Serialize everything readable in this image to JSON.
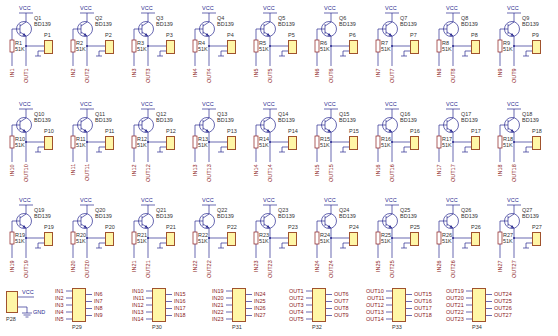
{
  "diagram": {
    "nodes": [
      {
        "text": [
          "P1"
        ]
      },
      {
        "text": [
          "P2"
        ]
      },
      {
        "text": [
          "P3"
        ]
      },
      {
        "text": [
          "P4"
        ]
      },
      {
        "text": [
          "P5"
        ]
      },
      {
        "text": [
          "P6"
        ]
      },
      {
        "text": [
          "P7"
        ]
      },
      {
        "text": [
          "P8"
        ]
      },
      {
        "text": [
          "P9"
        ]
      },
      {
        "text": [
          "P10"
        ]
      },
      {
        "text": [
          "P11"
        ]
      },
      {
        "text": [
          "P12"
        ]
      },
      {
        "text": [
          "P13"
        ]
      },
      {
        "text": [
          "P14"
        ]
      },
      {
        "text": [
          "P15"
        ]
      },
      {
        "text": [
          "P16"
        ]
      },
      {
        "text": [
          "P17"
        ]
      },
      {
        "text": [
          "P18"
        ]
      },
      {
        "text": [
          "P19"
        ]
      },
      {
        "text": [
          "P20"
        ]
      },
      {
        "text": [
          "P21"
        ]
      },
      {
        "text": [
          "P22"
        ]
      },
      {
        "text": [
          "P23"
        ]
      },
      {
        "text": [
          "P24"
        ]
      },
      {
        "text": [
          "P25"
        ]
      },
      {
        "text": [
          "P26"
        ]
      },
      {
        "text": [
          "P27"
        ]
      },
      {
        "text": [
          "P28"
        ]
      },
      {
        "text": [
          "P29"
        ]
      },
      {
        "text": [
          "P30"
        ]
      },
      {
        "text": [
          "P31"
        ]
      },
      {
        "text": [
          "P32"
        ]
      },
      {
        "text": [
          "P33"
        ]
      },
      {
        "text": [
          "P34"
        ]
      }
    ],
    "labels": [
      "VCC",
      "Q1",
      "BD139",
      "R1",
      "51K",
      "IN1",
      "OUT1",
      "VCC",
      "Q2",
      "BD139",
      "R2",
      "51K",
      "IN2",
      "OUT2",
      "VCC",
      "Q3",
      "BD139",
      "R3",
      "51K",
      "IN3",
      "OUT3",
      "VCC",
      "Q4",
      "BD139",
      "R4",
      "51K",
      "IN4",
      "OUT4",
      "VCC",
      "Q5",
      "BD139",
      "R5",
      "51K",
      "IN5",
      "OUT5",
      "VCC",
      "Q6",
      "BD139",
      "R6",
      "51K",
      "IN6",
      "OUT6",
      "VCC",
      "Q7",
      "BD139",
      "R7",
      "51K",
      "IN7",
      "OUT7",
      "VCC",
      "Q8",
      "BD139",
      "R8",
      "51K",
      "IN8",
      "OUT8",
      "VCC",
      "Q9",
      "BD139",
      "R9",
      "51K",
      "IN9",
      "OUT9",
      "VCC",
      "Q10",
      "BD139",
      "R10",
      "51K",
      "IN10",
      "OUT10",
      "VCC",
      "Q11",
      "BD139",
      "R11",
      "51K",
      "IN11",
      "OUT11",
      "VCC",
      "Q12",
      "BD139",
      "R12",
      "51K",
      "IN12",
      "OUT12",
      "VCC",
      "Q13",
      "BD139",
      "R13",
      "51K",
      "IN13",
      "OUT13",
      "VCC",
      "Q14",
      "BD139",
      "R14",
      "51K",
      "IN14",
      "OUT14",
      "VCC",
      "Q15",
      "BD139",
      "R15",
      "51K",
      "IN15",
      "OUT15",
      "VCC",
      "Q16",
      "BD139",
      "R16",
      "51K",
      "IN16",
      "OUT16",
      "VCC",
      "Q17",
      "BD139",
      "R17",
      "51K",
      "IN17",
      "OUT17",
      "VCC",
      "Q18",
      "BD139",
      "R18",
      "51K",
      "IN18",
      "OUT18",
      "VCC",
      "Q19",
      "BD139",
      "R19",
      "51K",
      "IN19",
      "OUT19",
      "VCC",
      "Q20",
      "BD139",
      "R20",
      "51K",
      "IN20",
      "OUT20",
      "VCC",
      "Q21",
      "BD139",
      "R21",
      "51K",
      "IN21",
      "OUT21",
      "VCC",
      "Q22",
      "BD139",
      "R22",
      "51K",
      "IN22",
      "OUT22",
      "VCC",
      "Q23",
      "BD139",
      "R23",
      "51K",
      "IN23",
      "OUT23",
      "VCC",
      "Q24",
      "BD139",
      "R24",
      "51K",
      "IN24",
      "OUT24",
      "VCC",
      "Q25",
      "BD139",
      "R25",
      "51K",
      "IN25",
      "OUT25",
      "VCC",
      "Q26",
      "BD139",
      "R26",
      "51K",
      "IN26",
      "OUT26",
      "VCC",
      "Q27",
      "BD139",
      "R27",
      "51K",
      "IN27",
      "OUT27",
      "VCC",
      "GND",
      "IN1",
      "IN2",
      "IN3",
      "IN4",
      "IN5",
      "IN6",
      "IN7",
      "IN8",
      "IN9",
      "IN10",
      "IN11",
      "IN12",
      "IN13",
      "IN14",
      "IN15",
      "IN16",
      "IN17",
      "IN18",
      "IN19",
      "IN20",
      "IN21",
      "IN22",
      "IN23",
      "IN24",
      "IN25",
      "IN26",
      "IN27",
      "OUT1",
      "OUT2",
      "OUT3",
      "OUT4",
      "OUT5",
      "OUT6",
      "OUT7",
      "OUT8",
      "OUT9",
      "OUT10",
      "OUT11",
      "OUT12",
      "OUT13",
      "OUT14",
      "OUT15",
      "OUT16",
      "OUT17",
      "OUT18",
      "OUT19",
      "OUT20",
      "OUT21",
      "OUT22",
      "OUT23",
      "OUT24",
      "OUT25",
      "OUT26",
      "OUT27"
    ]
  }
}
